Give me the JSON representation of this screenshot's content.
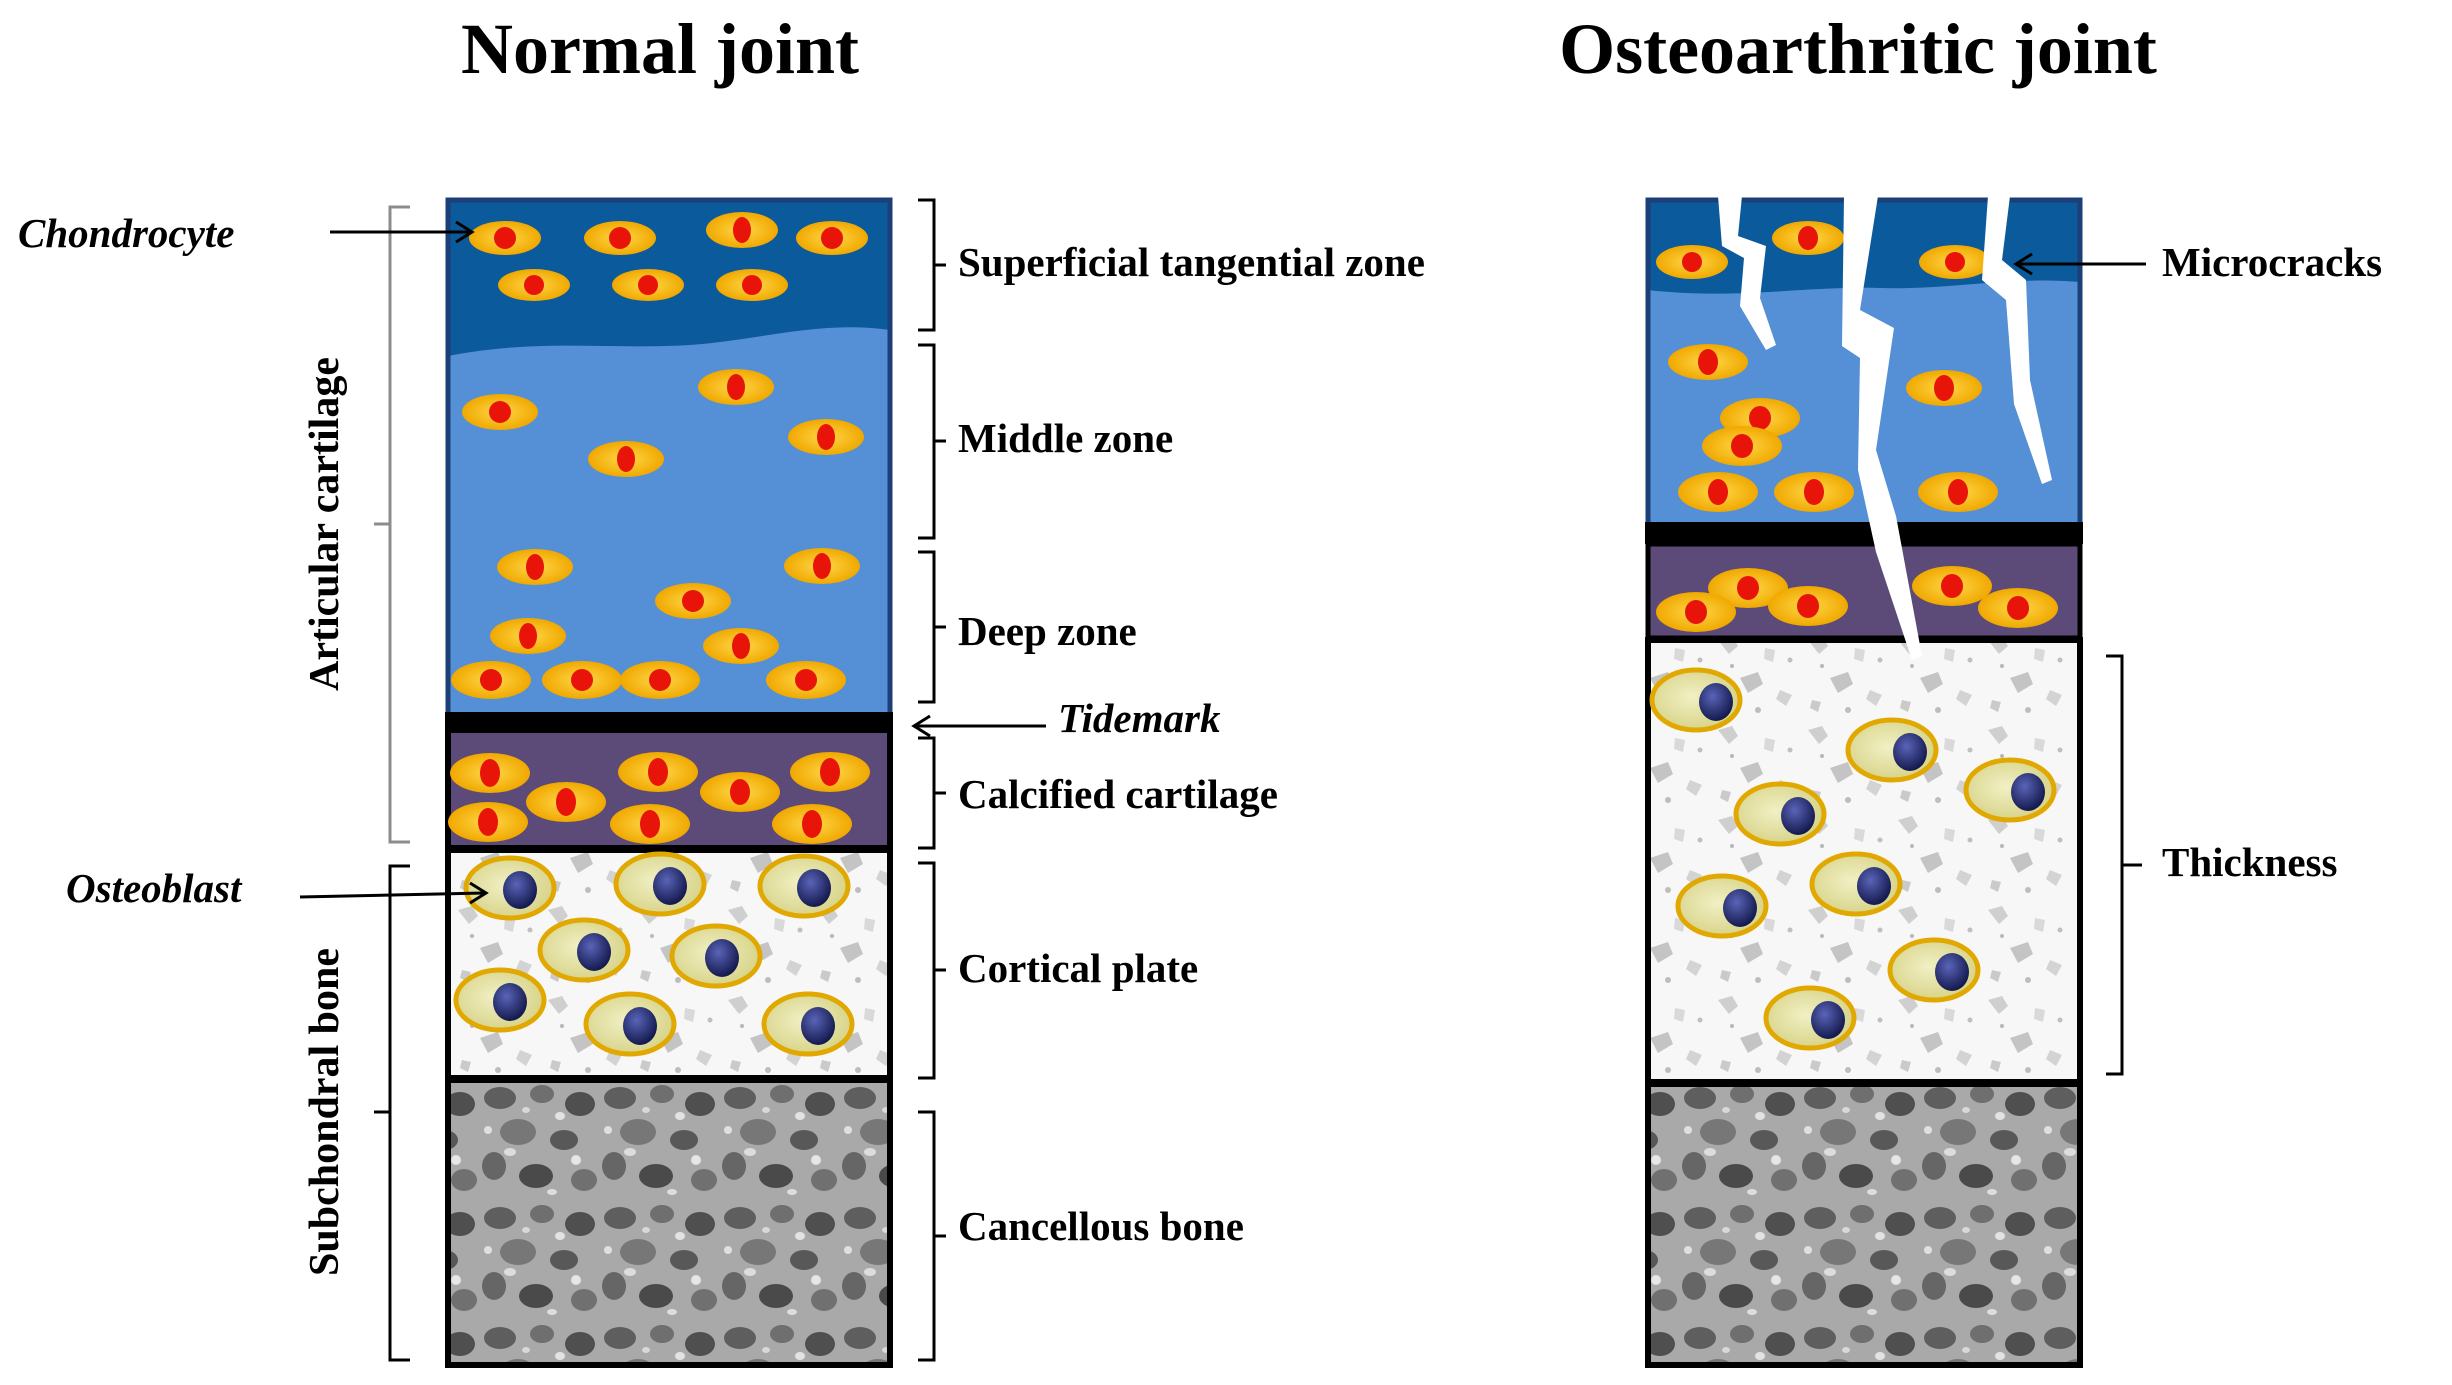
{
  "titles": {
    "normal": "Normal joint",
    "oa": "Osteoarthritic joint"
  },
  "labels": {
    "superficial": "Superficial tangential zone",
    "middle": "Middle zone",
    "deep": "Deep zone",
    "tidemark": "Tidemark",
    "calcified": "Calcified cartilage",
    "cortical": "Cortical plate",
    "cancellous": "Cancellous bone",
    "chondrocyte": "Chondrocyte",
    "osteoblast": "Osteoblast",
    "articular": "Articular cartilage",
    "subchondral": "Subchondral bone",
    "microcracks": "Microcracks",
    "thickness": "Thickness"
  },
  "colors": {
    "superficial": "#0b5a9c",
    "middle_deep": "#5590d6",
    "calcified": "#5c4a78",
    "tidemark": "#000000",
    "chondrocyte_body": "#f5b400",
    "chondrocyte_nucleus": "#e8140a",
    "osteoblast_body": "#e9e7a8",
    "osteoblast_nucleus": "#222a6e",
    "bone_matrix": "#f4f4f4",
    "cancellous": "#9a9a9a",
    "crack": "#ffffff"
  }
}
